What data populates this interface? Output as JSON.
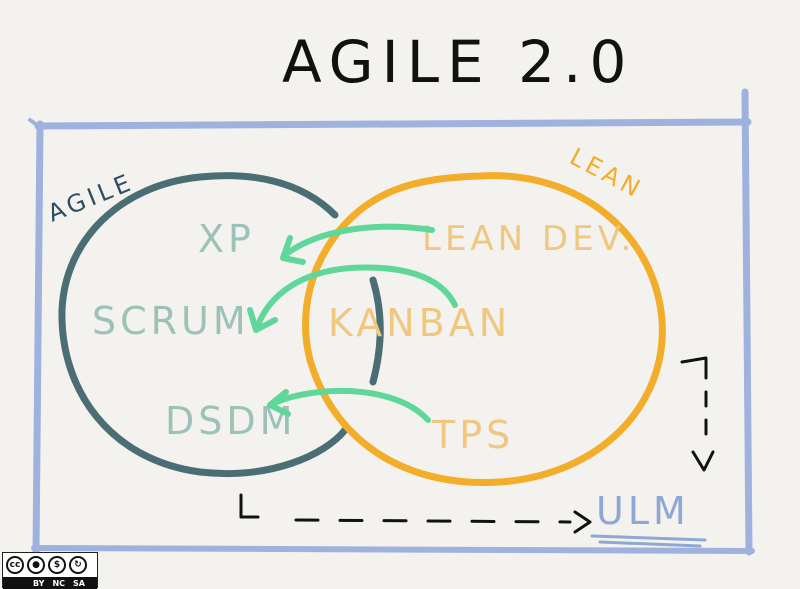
{
  "title": "AGILE 2.0",
  "agile": {
    "label": "AGILE",
    "color": "#4a6e73",
    "methods": [
      "XP",
      "SCRUM",
      "DSDM"
    ],
    "method_color": "#9cc1b8"
  },
  "lean": {
    "label": "LEAN",
    "color": "#f2ad2a",
    "methods": [
      "LEAN DEV.",
      "KANBAN",
      "TPS"
    ],
    "method_color": "#f0c780"
  },
  "arrow_color": "#5fd69a",
  "frame_color": "#9fb2dd",
  "result": {
    "label": "ULM",
    "color": "#8ea7d4"
  },
  "license": {
    "icons": [
      "cc-icon",
      "by-icon",
      "nc-icon",
      "sa-icon"
    ],
    "labels": [
      "BY",
      "NC",
      "SA"
    ]
  }
}
